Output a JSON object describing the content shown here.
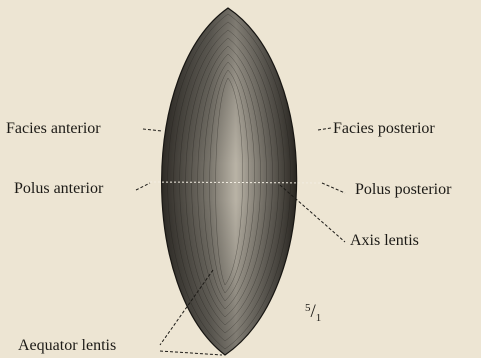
{
  "labels": {
    "facies_anterior": "Facies anterior",
    "facies_posterior": "Facies posterior",
    "polus_anterior": "Polus anterior",
    "polus_posterior": "Polus posterior",
    "axis_lentis": "Axis lentis",
    "aequator_lentis": "Aequator lentis"
  },
  "scale": {
    "numerator": "5",
    "denominator": "1"
  },
  "colors": {
    "paper": "#ede5d3",
    "ink": "#1c1a16"
  }
}
